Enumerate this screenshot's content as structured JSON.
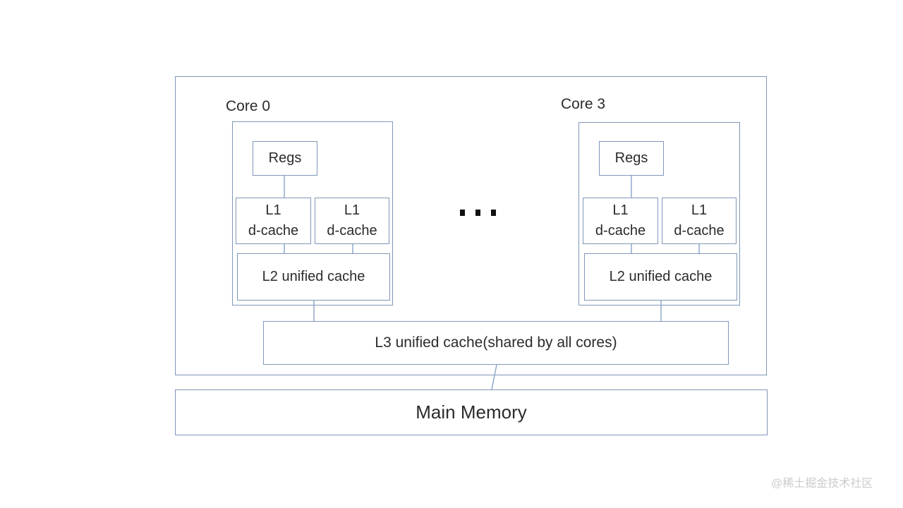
{
  "colors": {
    "box_border": "#7f97b8",
    "connector": "#90a9cb",
    "text": "#2b2b2b",
    "ellipsis_dot": "#111111",
    "watermark": "#cbcbcb",
    "background": "#ffffff"
  },
  "chip": {
    "cores": [
      {
        "label": "Core 0",
        "regs_label": "Regs",
        "l1_left": {
          "line1": "L1",
          "line2": "d-cache"
        },
        "l1_right": {
          "line1": "L1",
          "line2": "d-cache"
        },
        "l2_label": "L2 unified cache"
      },
      {
        "label": "Core 3",
        "regs_label": "Regs",
        "l1_left": {
          "line1": "L1",
          "line2": "d-cache"
        },
        "l1_right": {
          "line1": "L1",
          "line2": "d-cache"
        },
        "l2_label": "L2 unified cache"
      }
    ],
    "l3_label": "L3 unified cache(shared by all cores)"
  },
  "main_memory_label": "Main Memory",
  "watermark": "@稀土掘金技术社区"
}
